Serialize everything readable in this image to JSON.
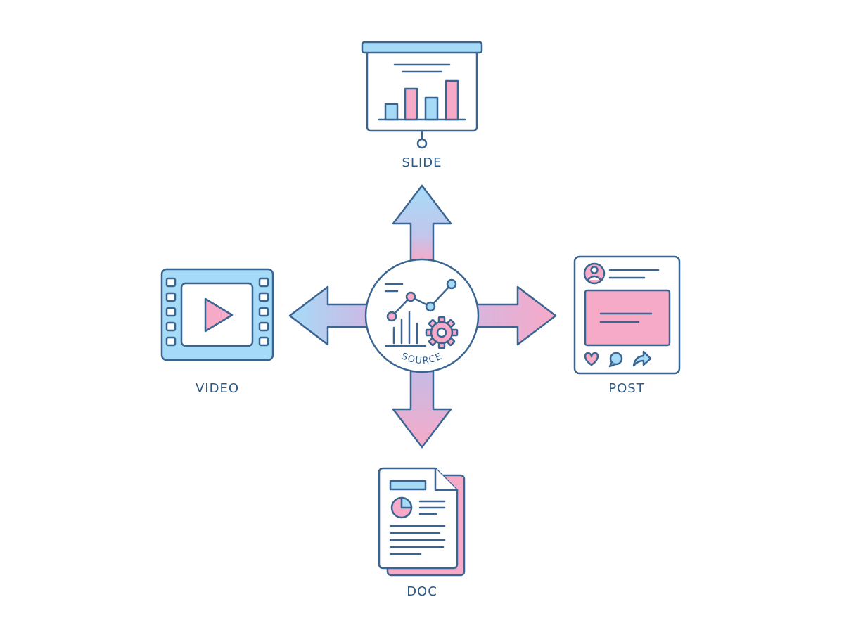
{
  "hub": {
    "label": "SOURCE"
  },
  "outputs": {
    "slide": {
      "label": "SLIDE"
    },
    "video": {
      "label": "VIDEO"
    },
    "post": {
      "label": "POST"
    },
    "doc": {
      "label": "DOC"
    }
  },
  "colors": {
    "stroke": "#3a6591",
    "blue": "#a6dbf7",
    "pink": "#f7a9c8",
    "label": "#2e5a86",
    "background": "#ffffff"
  },
  "icons": {
    "slide": "presentation-board-icon",
    "video": "film-play-icon",
    "post": "social-post-icon",
    "doc": "document-stack-icon",
    "hub": "analytics-gear-icon"
  }
}
